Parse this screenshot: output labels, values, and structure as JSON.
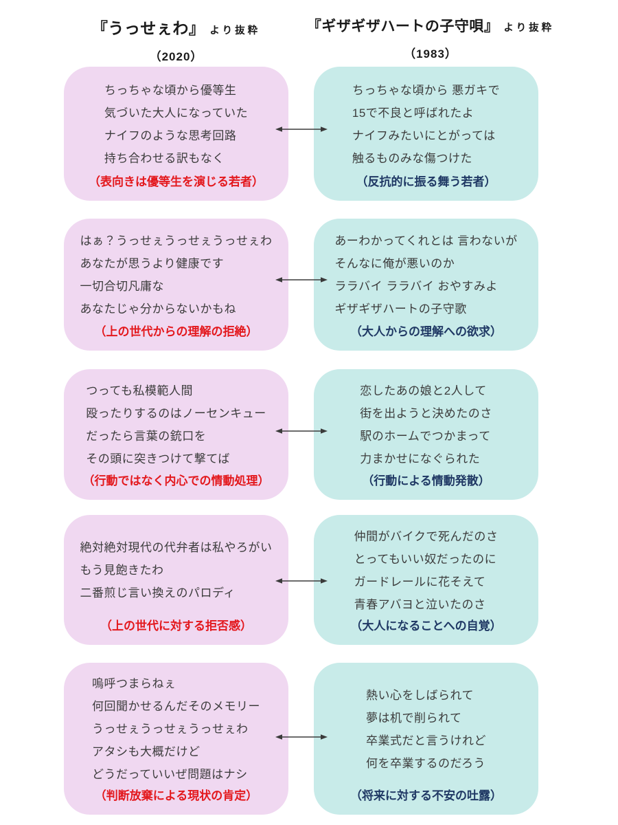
{
  "header": {
    "left": {
      "title": "『うっせぇわ』",
      "suffix": "より抜粋",
      "year": "（2020）"
    },
    "right": {
      "title": "『ギザギザハートの子守唄』",
      "suffix": "より抜粋",
      "year": "（1983）"
    }
  },
  "colors": {
    "left_box": "#f0d8f1",
    "right_box": "#c8ebe9",
    "left_annotation": "#e3181d",
    "right_annotation": "#1f3864",
    "lyrics_text": "#3c3c3c",
    "arrow": "#3a3a3a"
  },
  "pairs": [
    {
      "left": {
        "lines": [
          "ちっちゃな頃から優等生",
          "気づいた大人になっていた",
          "ナイフのような思考回路",
          "持ち合わせる訳もなく"
        ],
        "annotation": "（表向きは優等生を演じる若者）"
      },
      "right": {
        "lines": [
          "ちっちゃな頃から 悪ガキで",
          "15で不良と呼ばれたよ",
          "ナイフみたいにとがっては",
          "触るものみな傷つけた"
        ],
        "annotation": "（反抗的に振る舞う若者）"
      }
    },
    {
      "left": {
        "lines": [
          "はぁ？うっせぇうっせぇうっせぇわ",
          "あなたが思うより健康です",
          "一切合切凡庸な",
          "あなたじゃ分からないかもね"
        ],
        "annotation": "（上の世代からの理解の拒絶）"
      },
      "right": {
        "lines": [
          "あーわかってくれとは 言わないが",
          "そんなに俺が悪いのか",
          "ララバイ ララバイ おやすみよ",
          "ギザギザハートの子守歌"
        ],
        "annotation": "（大人からの理解への欲求）"
      }
    },
    {
      "left": {
        "lines": [
          "つっても私模範人間",
          "殴ったりするのはノーセンキュー",
          "だったら言葉の銃口を",
          "その頭に突きつけて撃てば"
        ],
        "annotation": "（行動ではなく内心での情動処理）"
      },
      "right": {
        "lines": [
          "恋したあの娘と2人して",
          "街を出ようと決めたのさ",
          "駅のホームでつかまって",
          "力まかせになぐられた"
        ],
        "annotation": "（行動による情動発散）"
      }
    },
    {
      "left": {
        "lines": [
          "絶対絶対現代の代弁者は私やろがい",
          "もう見飽きたわ",
          "二番煎じ言い換えのパロディ"
        ],
        "annotation": "（上の世代に対する拒否感）"
      },
      "right": {
        "lines": [
          "仲間がバイクで死んだのさ",
          "とってもいい奴だったのに",
          "ガードレールに花そえて",
          "青春アバヨと泣いたのさ"
        ],
        "annotation": "（大人になることへの自覚）"
      }
    },
    {
      "left": {
        "lines": [
          "嗚呼つまらねぇ",
          "何回聞かせるんだそのメモリー",
          "うっせぇうっせぇうっせぇわ",
          "アタシも大概だけど",
          "どうだっていいぜ問題はナシ"
        ],
        "annotation": "（判断放棄による現状の肯定）"
      },
      "right": {
        "lines": [
          "熱い心をしばられて",
          "夢は机で削られて",
          "卒業式だと言うけれど",
          "何を卒業するのだろう"
        ],
        "annotation": "（将来に対する不安の吐露）"
      }
    }
  ]
}
